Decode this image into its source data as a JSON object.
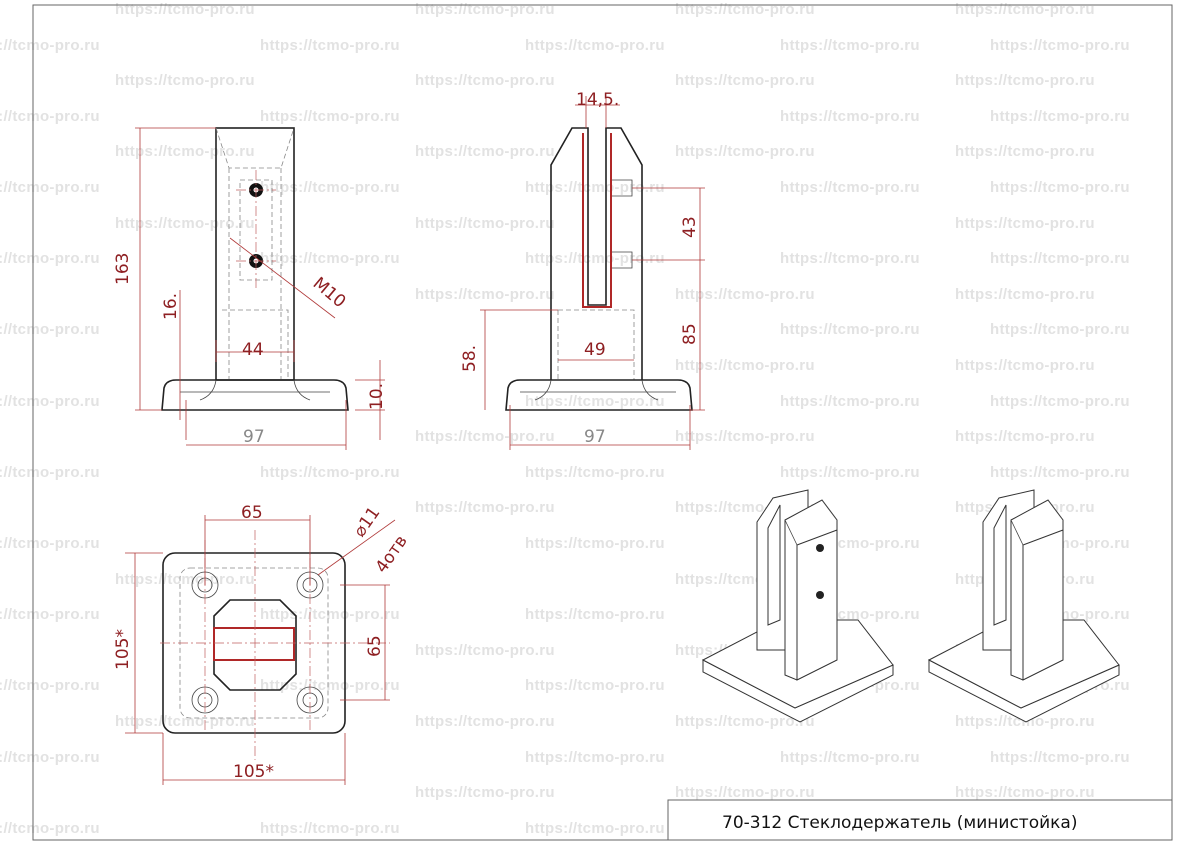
{
  "watermark": "https://tcmo-pro.ru",
  "title_block": {
    "text": "70-312 Стеклодержатель (министойка)"
  },
  "front_view": {
    "height": "163",
    "offset": "16.",
    "stem_width": "44",
    "thread": "M10",
    "base_thickness": "10.",
    "base_width": "97"
  },
  "side_view": {
    "slot_width": "14,5.",
    "hole_spacing": "43",
    "hole_height": "85",
    "slot_bottom": "58.",
    "stem_depth": "49",
    "base_width": "97"
  },
  "top_view": {
    "hole_spacing_x": "65",
    "hole_diameter": "⌀11",
    "hole_count": "4отв",
    "hole_spacing_y": "65",
    "size_y": "105*",
    "size_x": "105*"
  },
  "colors": {
    "dimension": "#8e1f22",
    "outline": "#222222",
    "glass_slot": "#b02828"
  }
}
